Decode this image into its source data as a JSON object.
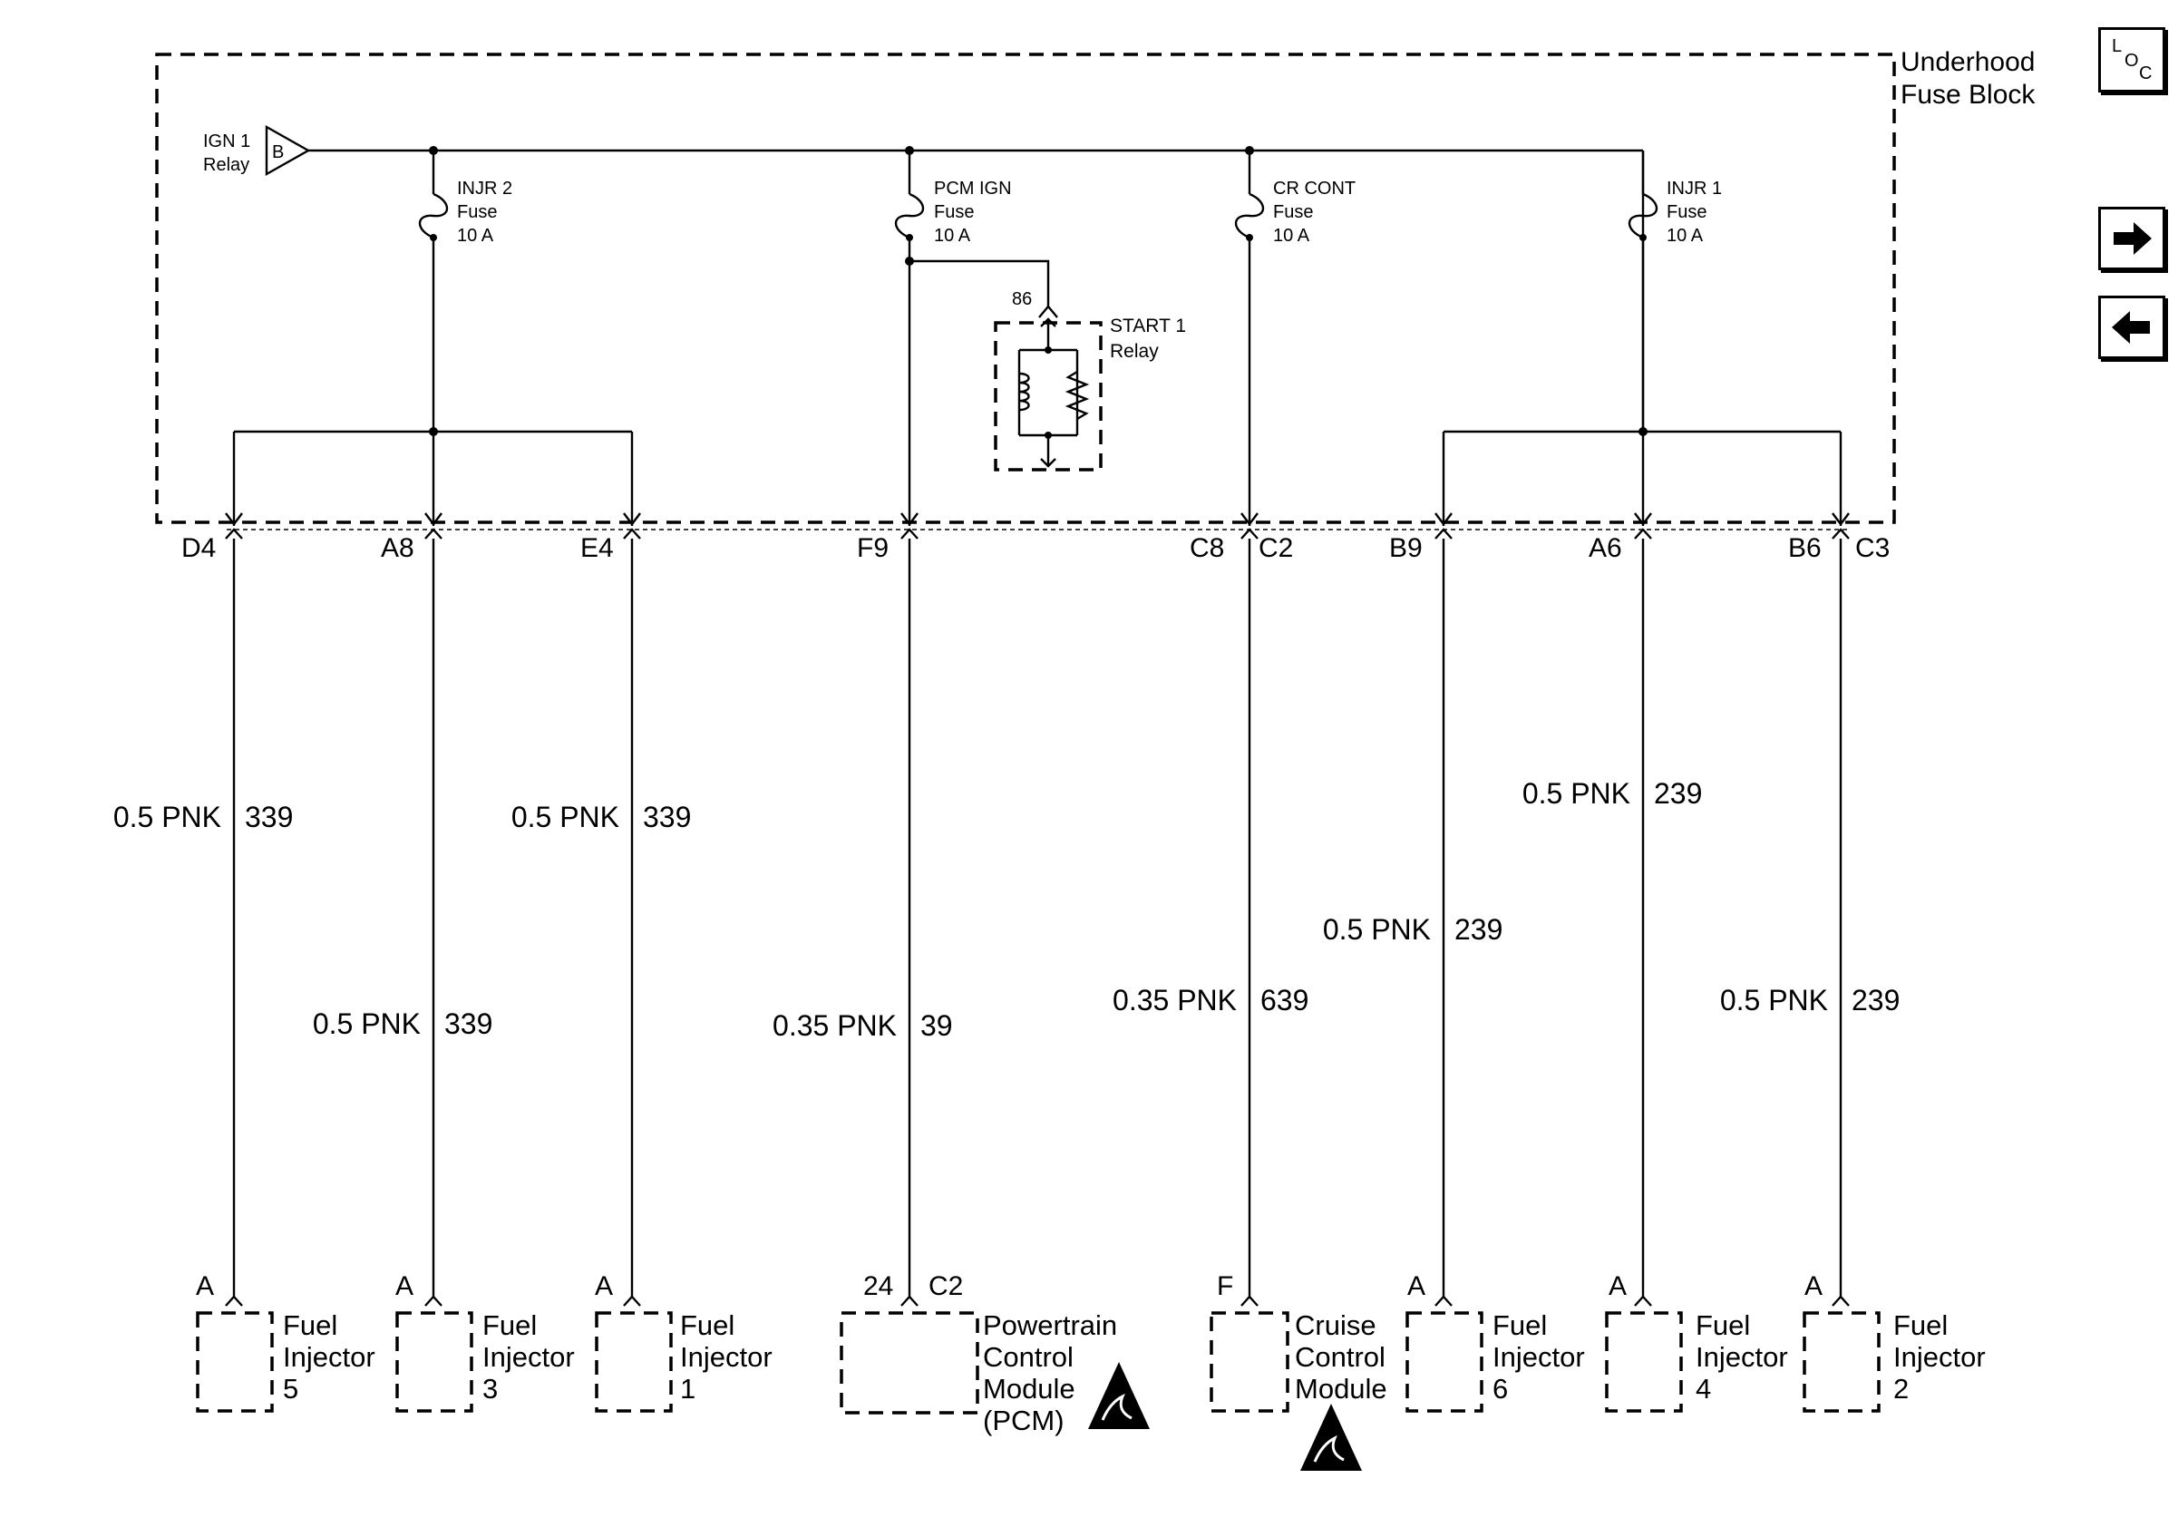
{
  "fuse_block": {
    "title_line1": "Underhood",
    "title_line2": "Fuse Block"
  },
  "relay_source": {
    "name_line1": "IGN 1",
    "name_line2": "Relay",
    "terminal": "B"
  },
  "fuses": [
    {
      "name": "INJR 2",
      "type": "Fuse",
      "rating": "10 A"
    },
    {
      "name": "PCM IGN",
      "type": "Fuse",
      "rating": "10 A"
    },
    {
      "name": "CR CONT",
      "type": "Fuse",
      "rating": "10 A"
    },
    {
      "name": "INJR 1",
      "type": "Fuse",
      "rating": "10 A"
    }
  ],
  "start_relay": {
    "name_line1": "START 1",
    "name_line2": "Relay",
    "pin": "86"
  },
  "connector_pins": [
    {
      "pin": "D4"
    },
    {
      "pin": "A8"
    },
    {
      "pin": "E4"
    },
    {
      "pin": "F9"
    },
    {
      "pin": "C8",
      "connector": "C2"
    },
    {
      "pin": "B9"
    },
    {
      "pin": "A6"
    },
    {
      "pin": "B6",
      "connector": "C3"
    }
  ],
  "wires": [
    {
      "gauge_color": "0.5 PNK",
      "circuit": "339"
    },
    {
      "gauge_color": "0.5 PNK",
      "circuit": "339"
    },
    {
      "gauge_color": "0.5 PNK",
      "circuit": "339"
    },
    {
      "gauge_color": "0.35 PNK",
      "circuit": "39"
    },
    {
      "gauge_color": "0.35 PNK",
      "circuit": "639"
    },
    {
      "gauge_color": "0.5 PNK",
      "circuit": "239"
    },
    {
      "gauge_color": "0.5 PNK",
      "circuit": "239"
    },
    {
      "gauge_color": "0.5 PNK",
      "circuit": "239"
    }
  ],
  "components": [
    {
      "pin": "A",
      "line1": "Fuel",
      "line2": "Injector",
      "line3": "5"
    },
    {
      "pin": "A",
      "line1": "Fuel",
      "line2": "Injector",
      "line3": "3"
    },
    {
      "pin": "A",
      "line1": "Fuel",
      "line2": "Injector",
      "line3": "1"
    },
    {
      "pin": "24",
      "connector": "C2",
      "line1": "Powertrain",
      "line2": "Control",
      "line3": "Module",
      "line4": "(PCM)"
    },
    {
      "pin": "F",
      "line1": "Cruise",
      "line2": "Control",
      "line3": "Module"
    },
    {
      "pin": "A",
      "line1": "Fuel",
      "line2": "Injector",
      "line3": "6"
    },
    {
      "pin": "A",
      "line1": "Fuel",
      "line2": "Injector",
      "line3": "4"
    },
    {
      "pin": "A",
      "line1": "Fuel",
      "line2": "Injector",
      "line3": "2"
    }
  ],
  "nav": {
    "loc_icon": "loc-icon",
    "next_icon": "arrow-right-icon",
    "prev_icon": "arrow-left-icon",
    "loc_l": "L",
    "loc_o": "O",
    "loc_c": "C"
  }
}
